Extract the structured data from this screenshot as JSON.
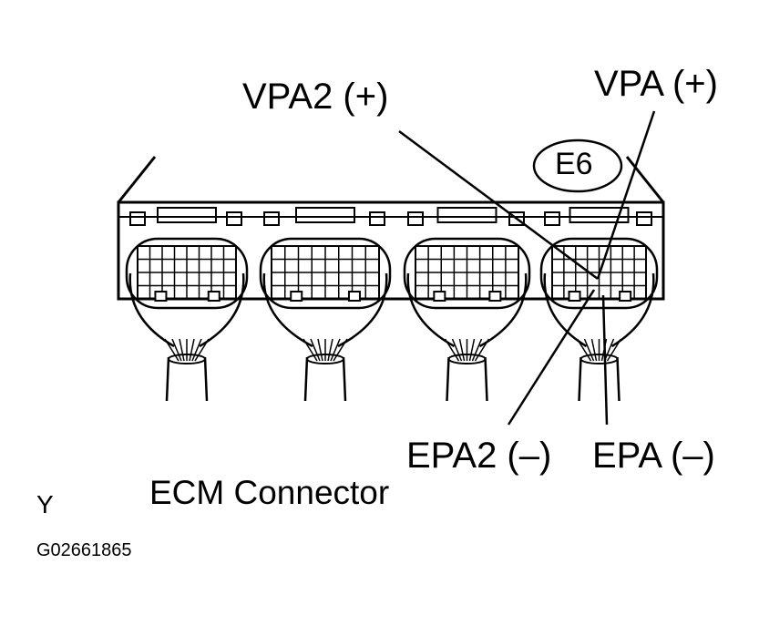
{
  "labels": {
    "vpa2": "VPA2 (+)",
    "vpa": "VPA (+)",
    "epa2": "EPA2 (–)",
    "epa": "EPA (–)",
    "connector_id": "E6",
    "title": "ECM Connector",
    "view_letter": "Y",
    "figure_code": "G02661865"
  }
}
